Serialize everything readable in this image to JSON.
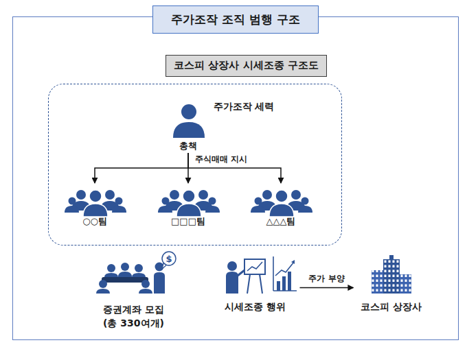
{
  "diagram": {
    "nodes": [
      {
        "text": [
          "주가조작 조직 범행 구조"
        ]
      },
      {
        "text": [
          "코스피 상장사 시세조종 구조도"
        ],
        "in": 0
      },
      {
        "text": [
          "주가조작 세력"
        ],
        "in": 0
      },
      {
        "text": [
          "총책"
        ],
        "in": 2
      },
      {
        "text": [
          "○○팀"
        ],
        "in": 2
      },
      {
        "text": [
          "□□□팀"
        ],
        "in": 2
      },
      {
        "text": [
          "△△△팀"
        ],
        "in": 2
      },
      {
        "text": [
          "증권계좌 모집 (총 330여개)"
        ],
        "in": 0
      },
      {
        "text": [
          "시세조종 행위"
        ],
        "in": 0
      },
      {
        "text": [
          "코스피 상장사"
        ],
        "in": 0
      }
    ],
    "edges": [
      {
        "from": 3,
        "to": 4,
        "arrow": "to"
      },
      {
        "from": 3,
        "to": 5,
        "label": "주식매매 지시",
        "arrow": "to"
      },
      {
        "from": 3,
        "to": 6,
        "arrow": "to"
      },
      {
        "from": 8,
        "to": 9,
        "label": "주가 부양",
        "arrow": "to"
      }
    ],
    "labels": [
      "$"
    ]
  }
}
